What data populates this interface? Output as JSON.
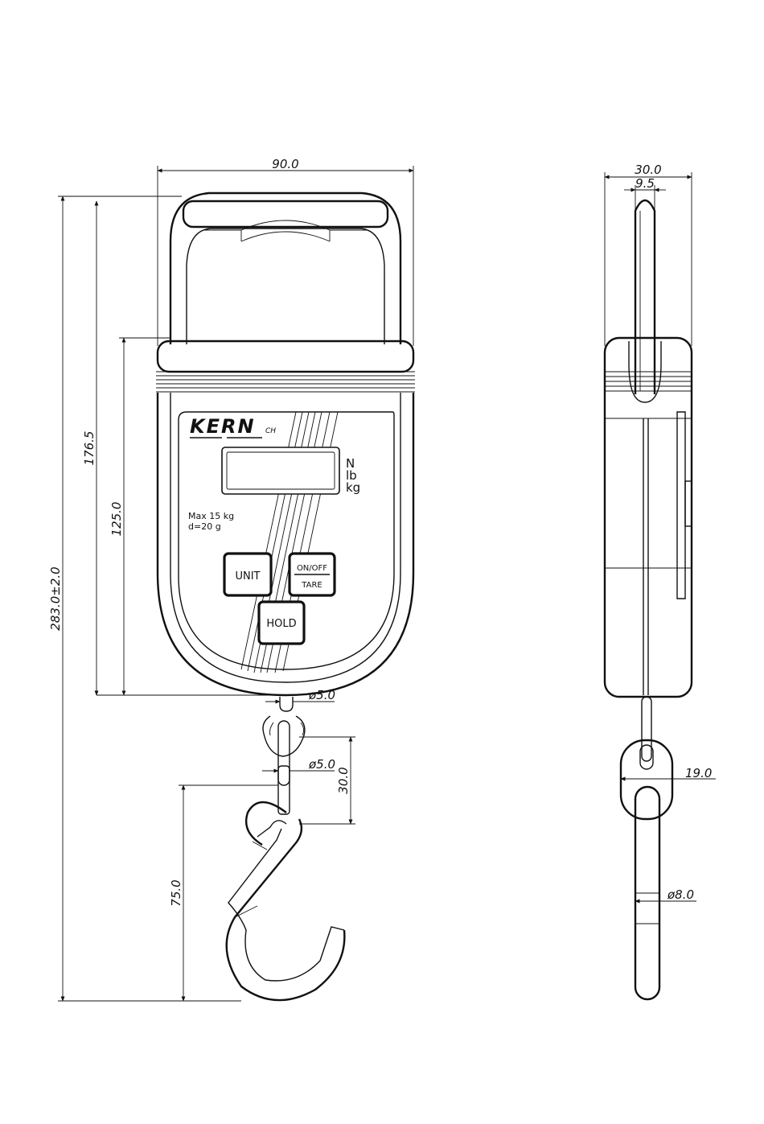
{
  "brand": {
    "name": "KERN",
    "suffix": "CH"
  },
  "display": {
    "units": [
      "N",
      "lb",
      "kg"
    ]
  },
  "specs": {
    "max": "Max 15 kg",
    "d": "d=20 g"
  },
  "buttons": {
    "unit": "UNIT",
    "on_off": "ON/OFF",
    "tare": "TARE",
    "hold": "HOLD"
  },
  "dimensions": {
    "width": "90.0",
    "total_height": "283.0±2.0",
    "height_to_handle": "176.5",
    "body_height": "125.0",
    "diameter_top": "ø5.0",
    "diameter_link": "ø5.0",
    "link_length": "30.0",
    "hook_length": "75.0",
    "side_depth": "30.0",
    "side_handle": "9.5",
    "side_link": "19.0",
    "side_hook": "ø8.0"
  }
}
